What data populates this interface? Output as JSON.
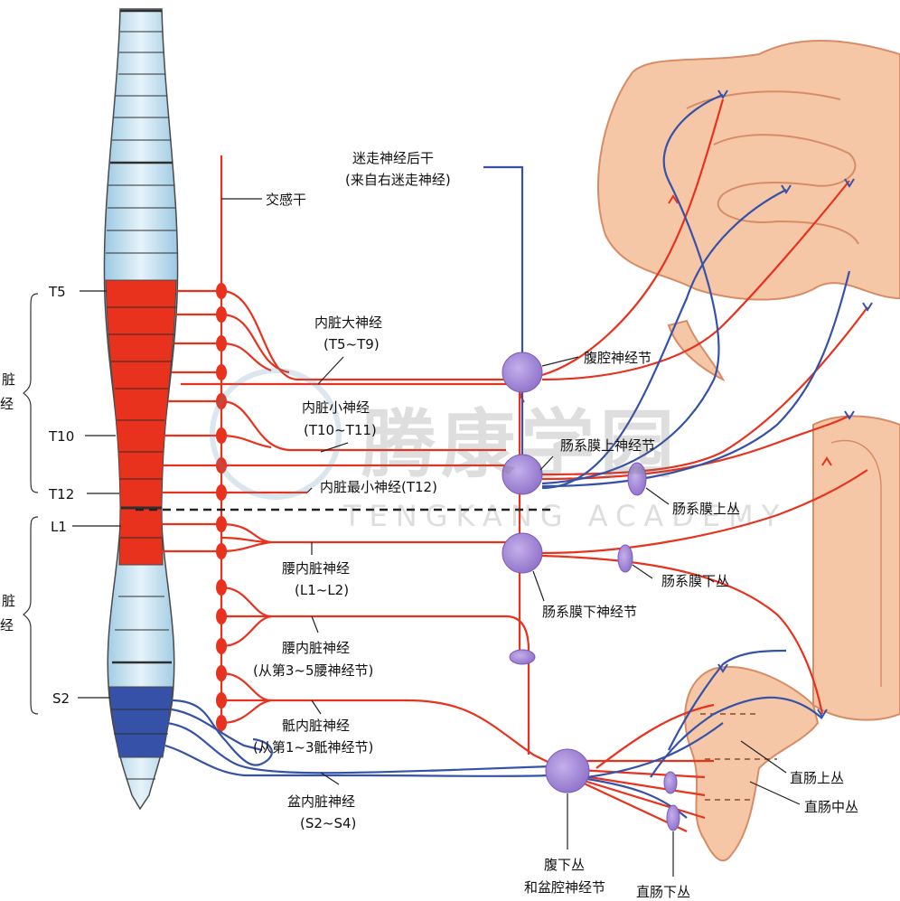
{
  "spine_levels": {
    "t5": "T5",
    "t10": "T10",
    "t12": "T12",
    "l1": "L1",
    "s2": "S2"
  },
  "side_labels": {
    "upper_1": "脏",
    "upper_2": "经",
    "lower_1": "脏",
    "lower_2": "经"
  },
  "labels": {
    "sympathetic_trunk": "交感干",
    "vagus_line1": "迷走神经后干",
    "vagus_line2": "(来自右迷走神经)",
    "greater_splanchnic_line1": "内脏大神经",
    "greater_splanchnic_line2": "(T5~T9)",
    "lesser_splanchnic_line1": "内脏小神经",
    "lesser_splanchnic_line2": "(T10~T11)",
    "least_splanchnic": "内脏最小神经(T12)",
    "celiac_ganglion": "腹腔神经节",
    "sup_mesenteric_ganglion": "肠系膜上神经节",
    "sup_mesenteric_plexus": "肠系膜上丛",
    "lumbar_splanchnic_1_line1": "腰内脏神经",
    "lumbar_splanchnic_1_line2": "(L1~L2)",
    "inf_mesenteric_plexus": "肠系膜下丛",
    "inf_mesenteric_ganglion": "肠系膜下神经节",
    "lumbar_splanchnic_2_line1": "腰内脏神经",
    "lumbar_splanchnic_2_line2": "(从第3~5腰神经节)",
    "sacral_splanchnic_line1": "骶内脏神经",
    "sacral_splanchnic_line2": "(从第1~3骶神经节)",
    "pelvic_splanchnic_line1": "盆内脏神经",
    "pelvic_splanchnic_line2": "(S2~S4)",
    "sup_rectal_plexus": "直肠上丛",
    "mid_rectal_plexus": "直肠中丛",
    "hypogastric_line1": "腹下丛",
    "hypogastric_line2": "和盆腔神经节",
    "inf_rectal_plexus": "直肠下丛"
  },
  "watermark": {
    "cn": "腾康学园",
    "en": "TENGKANG ACADEMY"
  },
  "colors": {
    "sympathetic": "#e8321e",
    "parasympathetic": "#3552a8",
    "spinal_light": "#cfe6f3",
    "ganglion": "#9b7fd0",
    "intestine": "#f6c7a6",
    "intestine_outline": "#d78c66"
  }
}
